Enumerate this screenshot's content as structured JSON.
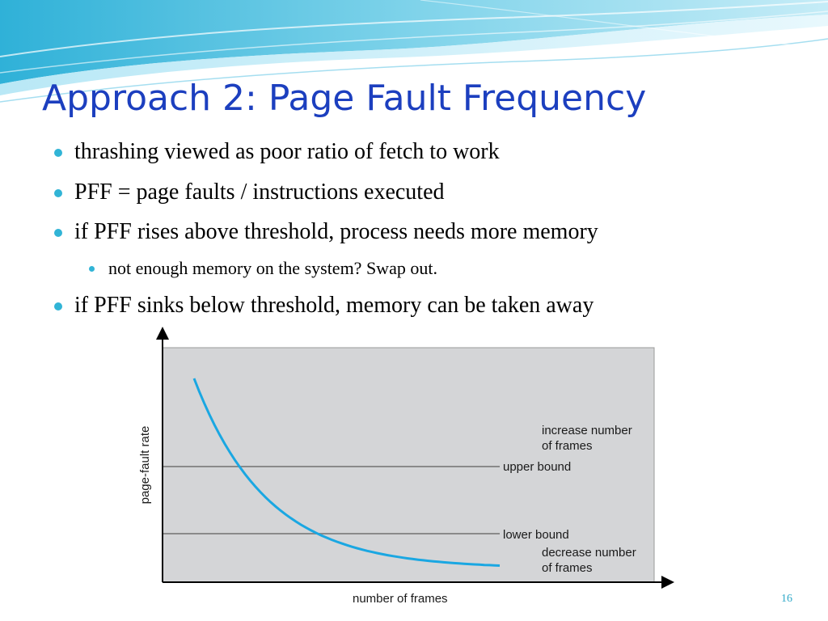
{
  "slide": {
    "title": "Approach 2: Page Fault Frequency",
    "number": "16"
  },
  "bullets": [
    {
      "level": 1,
      "text": "thrashing viewed as poor ratio of fetch to work"
    },
    {
      "level": 1,
      "text": "PFF = page faults / instructions executed"
    },
    {
      "level": 1,
      "text": "if PFF rises above threshold, process needs more memory"
    },
    {
      "level": 2,
      "text": "not enough memory on the system? Swap out."
    },
    {
      "level": 1,
      "text": "if PFF sinks below threshold, memory can be taken away"
    }
  ],
  "chart_data": {
    "type": "line",
    "xlabel": "number of frames",
    "ylabel": "page-fault rate",
    "curve": {
      "shape": "decreasing",
      "color": "#1aa7e2"
    },
    "upper_bound_label": "upper bound",
    "lower_bound_label": "lower bound",
    "region_above_label": [
      "increase number",
      "of frames"
    ],
    "region_below_label": [
      "decrease number",
      "of frames"
    ],
    "plot_background": "#d4d5d7"
  },
  "colors": {
    "title": "#1c3fbf",
    "bullet": "#31b4d6",
    "curve": "#1aa7e2",
    "bound_line": "#8a8a8a"
  }
}
